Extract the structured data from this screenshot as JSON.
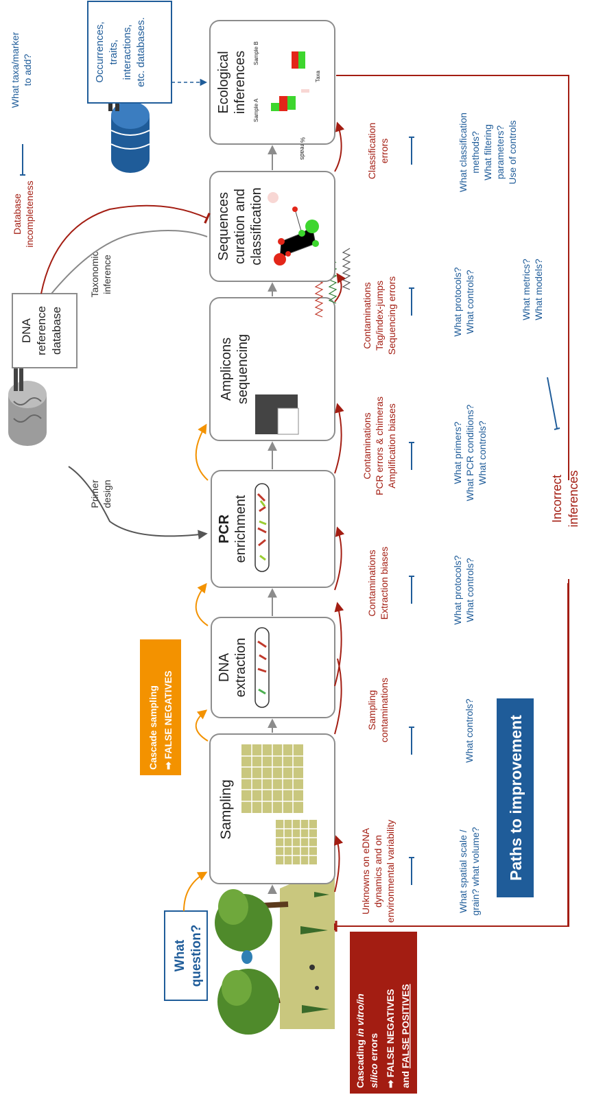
{
  "colors": {
    "dark_red": "#a31d12",
    "blue": "#1f5c99",
    "orange": "#f39200",
    "box_border": "#8c8c8c",
    "ground": "#c9c77e"
  },
  "question_box": {
    "line1": "What",
    "line2": "question?"
  },
  "cascading_errors": {
    "line1_a": "Cascading ",
    "line1_b": "in vitro/in",
    "line2_a": "silico",
    "line2_b": " errors",
    "line3": "➡ FALSE NEGATIVES",
    "line4_a": "and ",
    "line4_b": "FALSE POSITIVES"
  },
  "cascade_sampling": {
    "line1": "Cascade sampling",
    "line2": "➡ FALSE NEGATIVES"
  },
  "paths_banner": "Paths to improvement",
  "steps": [
    {
      "line1": "Sampling",
      "line2": ""
    },
    {
      "line1": "DNA",
      "line2": "extraction"
    },
    {
      "line1": "PCR",
      "line2": "enrichment"
    },
    {
      "line1": "Amplicons",
      "line2": "sequencing"
    },
    {
      "line1": "Sequences",
      "line2": "curation and",
      "line3": "classification"
    },
    {
      "line1": "Ecological",
      "line2": "inferences"
    }
  ],
  "errors": [
    {
      "lines": [
        "Unknowns on eDNA",
        "dynamics and on",
        "environmental variability"
      ]
    },
    {
      "lines": [
        "Sampling",
        "contaminations"
      ]
    },
    {
      "lines": [
        "Contaminations",
        "Extraction biases"
      ]
    },
    {
      "lines": [
        "Contaminations",
        "PCR errors & chimeras",
        "Amplification biases"
      ]
    },
    {
      "lines": [
        "Contaminations",
        "Tag/index-jumps",
        "Sequencing errors"
      ]
    },
    {
      "lines": [
        "Classification",
        "errors"
      ]
    }
  ],
  "questions": [
    {
      "lines": [
        "What spatial scale /",
        "grain? what volume?"
      ]
    },
    {
      "lines": [
        "What controls?"
      ]
    },
    {
      "lines": [
        "What protocols?",
        "What controls?"
      ]
    },
    {
      "lines": [
        "What primers?",
        "What PCR conditions?",
        "What controls?"
      ]
    },
    {
      "lines": [
        "What protocols?",
        "What controls?"
      ]
    },
    {
      "lines": [
        "What classification",
        "methods?",
        "What filtering",
        "parameters?",
        "Use of controls"
      ]
    }
  ],
  "metrics_question": {
    "lines": [
      "What metrics?",
      "What models?"
    ]
  },
  "incorrect_inferences": {
    "line1": "Incorrect",
    "line2": "inferences"
  },
  "reference_db": {
    "line1": "DNA",
    "line2": "reference",
    "line3": "database"
  },
  "primer_design": {
    "line1": "Primer",
    "line2": "design"
  },
  "taxonomic_inference": {
    "line1": "Taxonomic",
    "line2": "inference"
  },
  "db_incompleteness": {
    "line1": "Database",
    "line2": "incompleteness"
  },
  "taxa_marker_question": {
    "line1": "What taxa/marker",
    "line2": "to add?"
  },
  "occurrences_box": {
    "lines": [
      "Occurrences,",
      "traits,",
      "interactions,",
      "etc. databases."
    ]
  },
  "mini_chart": {
    "ylabel": "% reads",
    "xlabel": "Taxa",
    "sample_a": "Sample A",
    "sample_b": "Sample B"
  }
}
